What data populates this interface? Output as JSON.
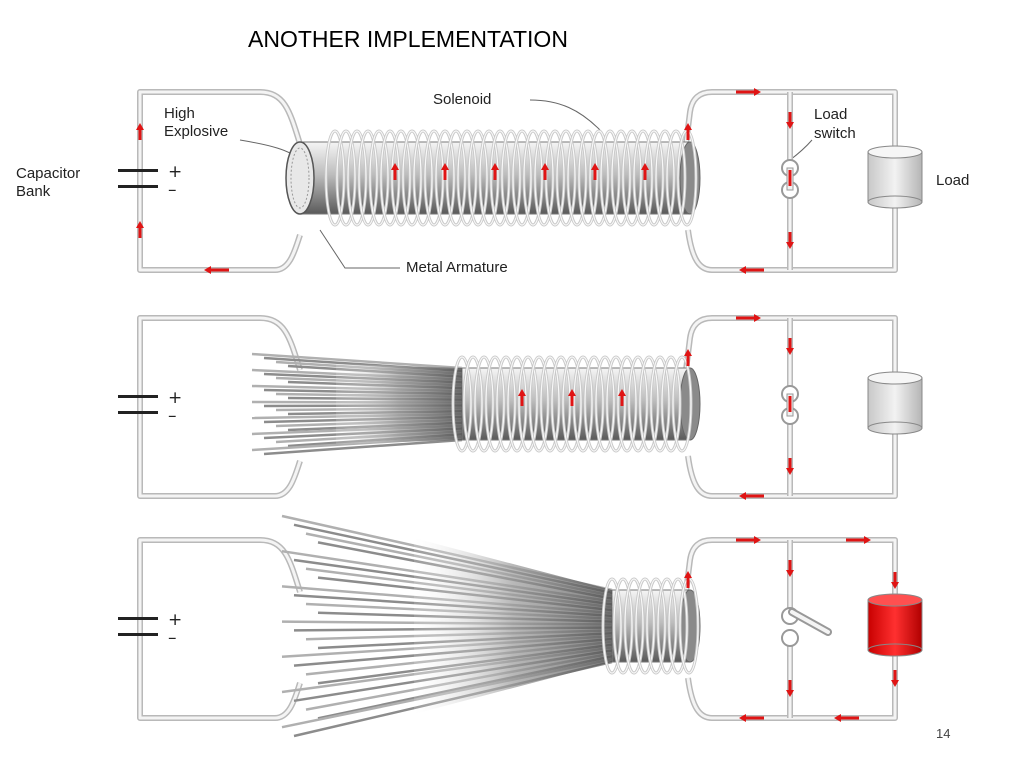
{
  "slide": {
    "title": "ANOTHER IMPLEMENTATION",
    "page_number": "14"
  },
  "labels": {
    "high_explosive": [
      "High",
      "Explosive"
    ],
    "solenoid": "Solenoid",
    "load_switch": [
      "Load",
      "switch"
    ],
    "capacitor_bank": [
      "Capacitor",
      "Bank"
    ],
    "load": "Load",
    "metal_armature": "Metal Armature",
    "plus": "+",
    "minus": "–"
  },
  "colors": {
    "wire": "#d6d6d6",
    "current_arrow": "#e01414",
    "load_idle": "#d9d9d9",
    "load_active": "#e81010"
  },
  "panels": [
    {
      "stage": "before-detonation",
      "load_energized": false,
      "switch_closed": true
    },
    {
      "stage": "compression-in-progress",
      "load_energized": false,
      "switch_closed": true
    },
    {
      "stage": "switch-opened",
      "load_energized": true,
      "switch_closed": false
    }
  ]
}
